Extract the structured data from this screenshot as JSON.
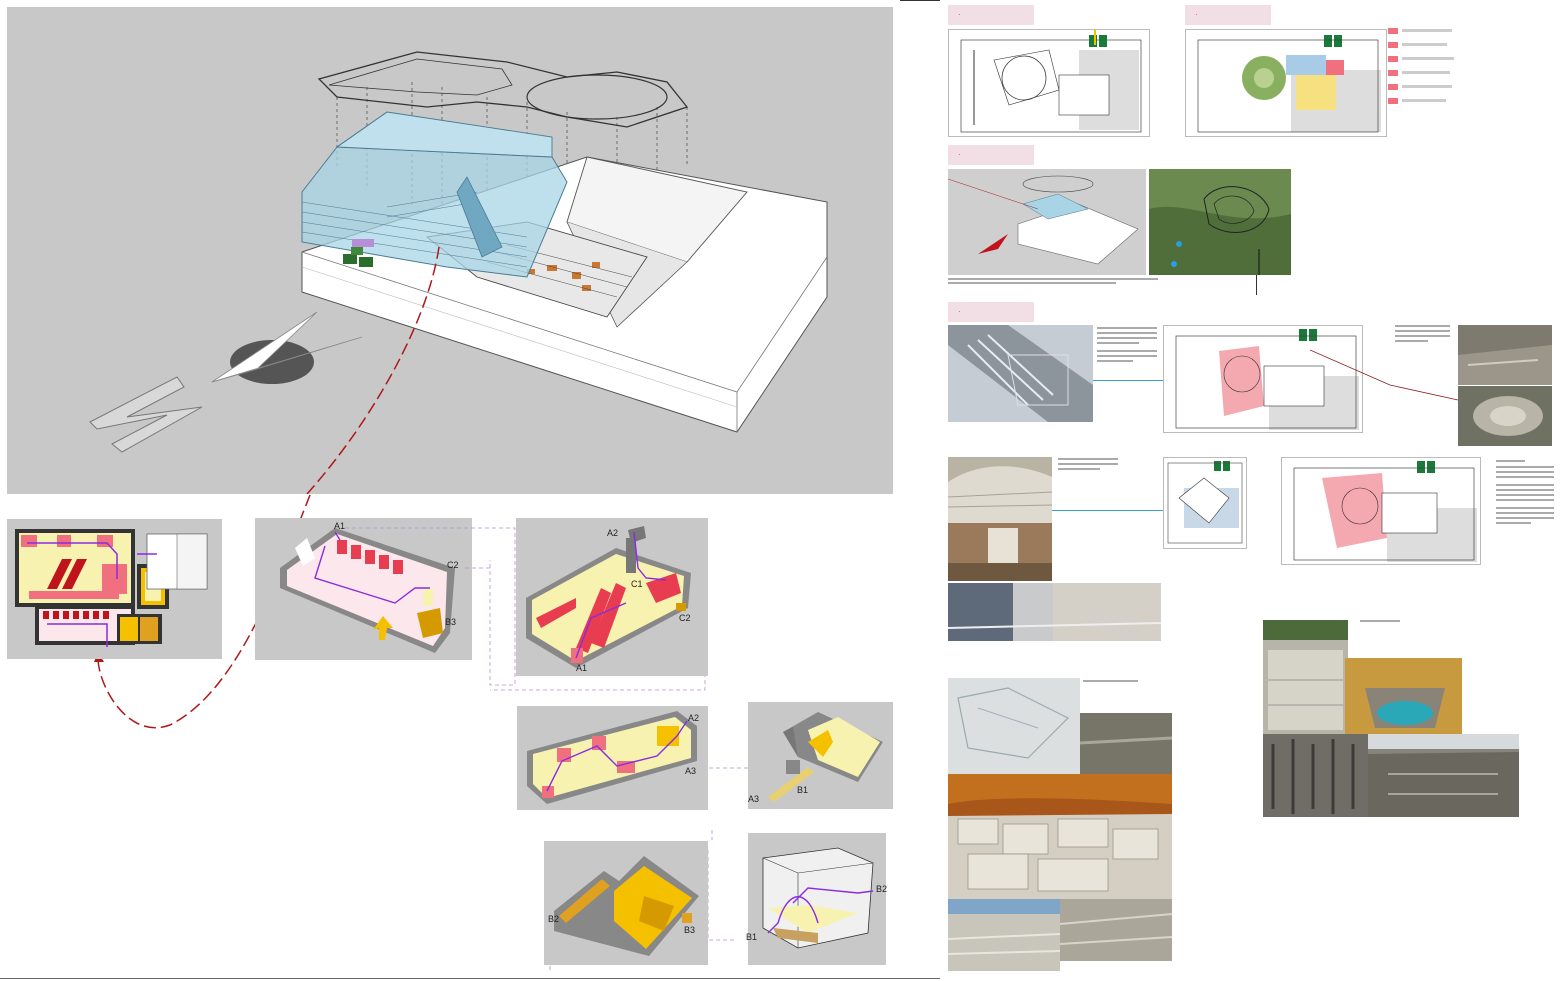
{
  "diagram_labels": {
    "a1_top": "A1",
    "c2_top": "C2",
    "b3_top": "B3",
    "a2_mid": "A2",
    "c1_mid": "C1",
    "c2_mid": "C2",
    "a1_mid": "A1",
    "a2_low": "A2",
    "a3_low": "A3",
    "a3_right": "A3",
    "b1_right": "B1",
    "b2_bottom": "B2",
    "b3_bottom": "B3",
    "b2_right": "B2",
    "b1_bottom": "B1"
  },
  "colors": {
    "panel_gray": "#c8c8c8",
    "accent_red": "#b01818",
    "accent_purple": "#8a2be2",
    "accent_yellow": "#f5c000",
    "pale_yellow": "#f7f2b0",
    "pink": "#f07080",
    "glass_blue": "#a8d4e6"
  },
  "icons": [
    "north-arrow-icon"
  ]
}
